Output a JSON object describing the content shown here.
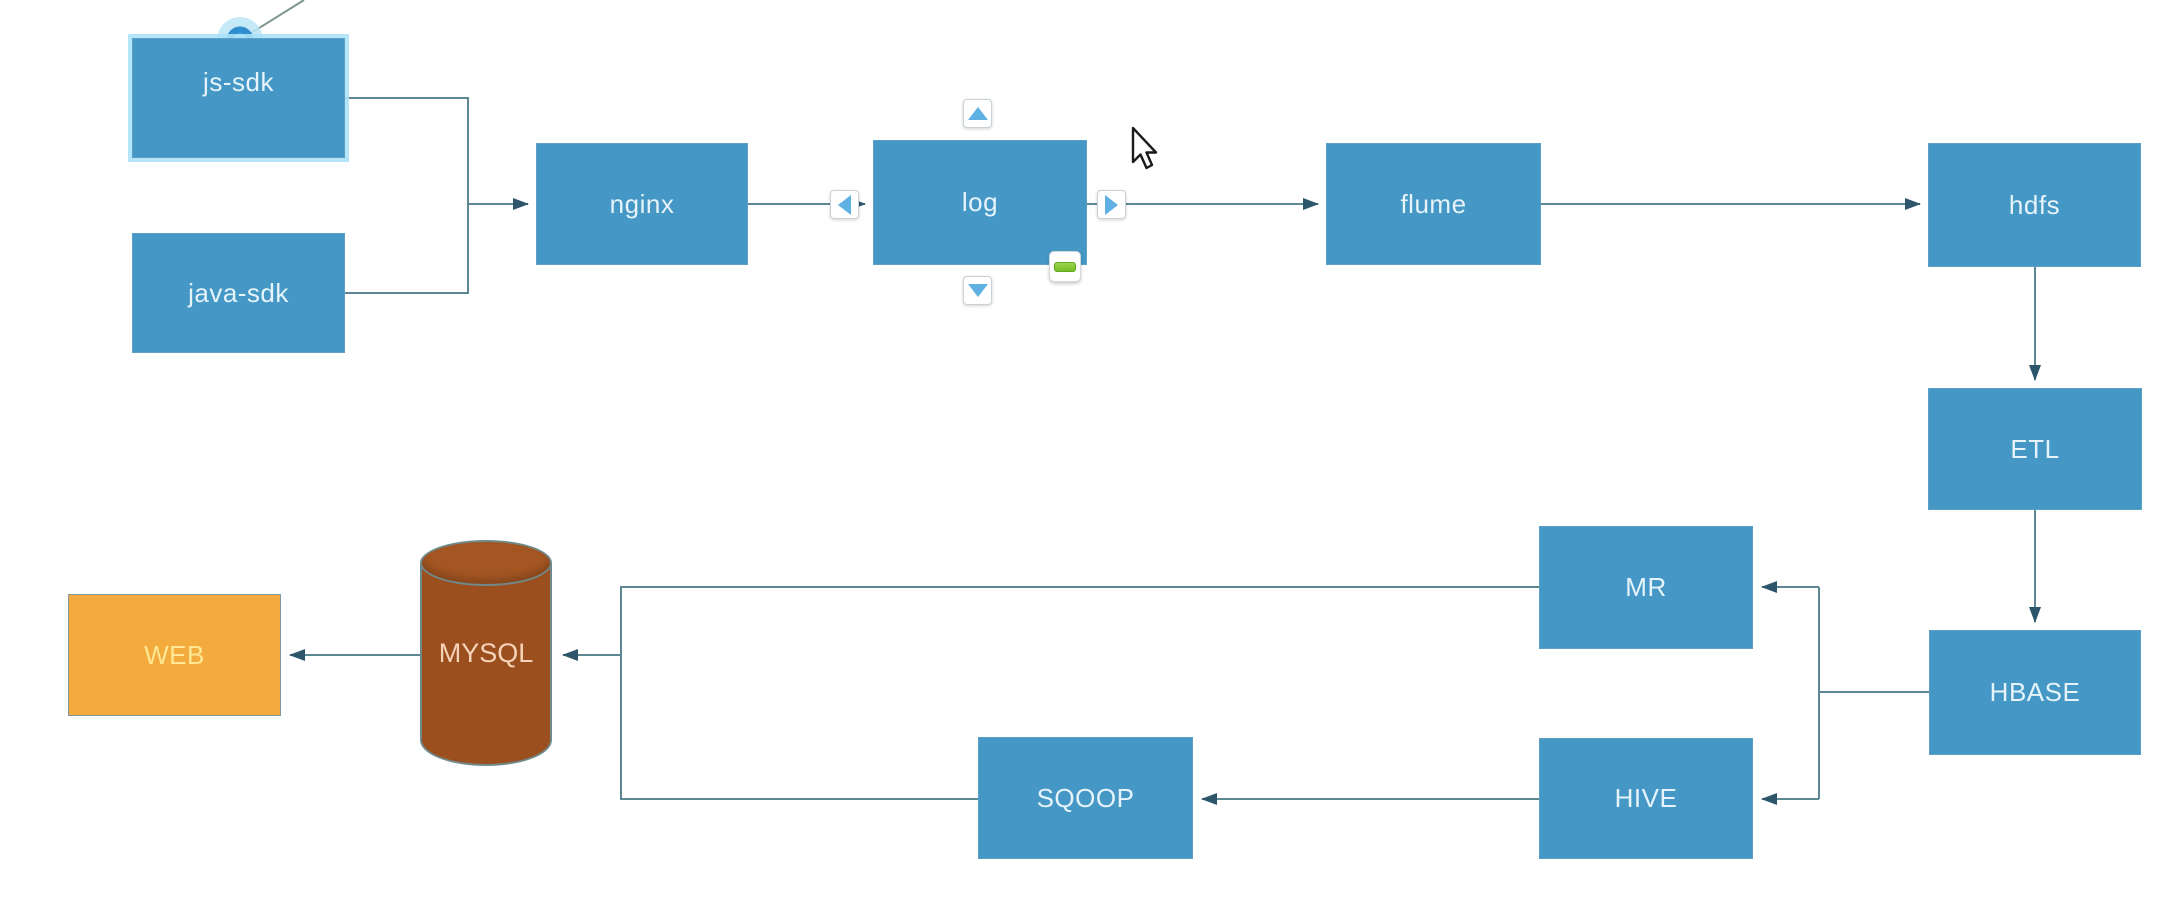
{
  "diagram": {
    "title": "data-pipeline-flow",
    "nodes": {
      "js_sdk": {
        "label": "js-sdk",
        "selected": true
      },
      "java_sdk": {
        "label": "java-sdk"
      },
      "nginx": {
        "label": "nginx"
      },
      "log": {
        "label": "log"
      },
      "flume": {
        "label": "flume"
      },
      "hdfs": {
        "label": "hdfs"
      },
      "etl": {
        "label": "ETL"
      },
      "hbase": {
        "label": "HBASE"
      },
      "mr": {
        "label": "MR"
      },
      "hive": {
        "label": "HIVE"
      },
      "sqoop": {
        "label": "SQOOP"
      },
      "mysql": {
        "label": "MYSQL",
        "shape": "cylinder"
      },
      "web": {
        "label": "WEB",
        "shape": "rect-orange"
      }
    },
    "edges": [
      {
        "from": "js-sdk",
        "to": "nginx"
      },
      {
        "from": "java-sdk",
        "to": "nginx"
      },
      {
        "from": "nginx",
        "to": "log"
      },
      {
        "from": "log",
        "to": "flume"
      },
      {
        "from": "flume",
        "to": "hdfs"
      },
      {
        "from": "hdfs",
        "to": "ETL"
      },
      {
        "from": "ETL",
        "to": "HBASE"
      },
      {
        "from": "HBASE",
        "to": "MR"
      },
      {
        "from": "HBASE",
        "to": "HIVE"
      },
      {
        "from": "HIVE",
        "to": "SQOOP"
      },
      {
        "from": "MR",
        "to": "MYSQL"
      },
      {
        "from": "SQOOP",
        "to": "MYSQL"
      },
      {
        "from": "MYSQL",
        "to": "WEB"
      }
    ],
    "colors": {
      "node_fill": "#4598c6",
      "node_text": "#e6f3fa",
      "connector_line": "#5d8791",
      "arrowhead": "#2e566b",
      "web_fill": "#f3ab3e",
      "web_text": "#ffe793",
      "mysql_fill": "#9c4f1e",
      "mysql_text": "#f6d2b8",
      "handle_triangle": "#5fb0e3",
      "selection_halo": "#ace2f8",
      "green_badge": "#76bd27"
    },
    "icons": [
      "connect-up-icon",
      "connect-down-icon",
      "connect-left-icon",
      "connect-right-icon",
      "green-badge-icon",
      "connection-point-icon",
      "mouse-cursor"
    ]
  }
}
